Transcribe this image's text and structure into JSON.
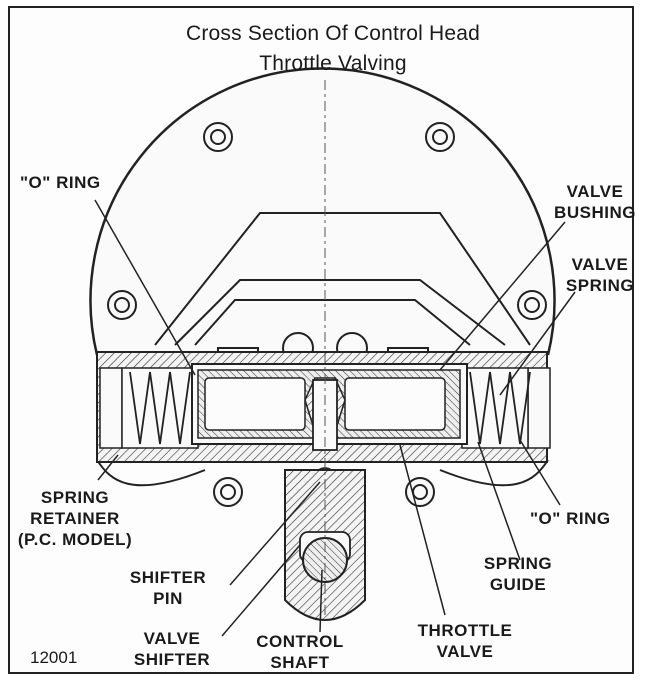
{
  "title": {
    "line1": "Cross Section Of Control Head",
    "line2": "Throttle Valving"
  },
  "figure_number": "12001",
  "labels": {
    "o_ring_left": "\"O\" RING",
    "valve_bushing_1": "VALVE",
    "valve_bushing_2": "BUSHING",
    "valve_spring_1": "VALVE",
    "valve_spring_2": "SPRING",
    "spring_retainer_1": "SPRING",
    "spring_retainer_2": "RETAINER",
    "spring_retainer_3": "(P.C. MODEL)",
    "o_ring_right": "\"O\" RING",
    "spring_guide_1": "SPRING",
    "spring_guide_2": "GUIDE",
    "shifter_pin_1": "SHIFTER",
    "shifter_pin_2": "PIN",
    "valve_shifter_1": "VALVE",
    "valve_shifter_2": "SHIFTER",
    "control_shaft_1": "CONTROL",
    "control_shaft_2": "SHAFT",
    "throttle_valve_1": "THROTTLE",
    "throttle_valve_2": "VALVE"
  }
}
